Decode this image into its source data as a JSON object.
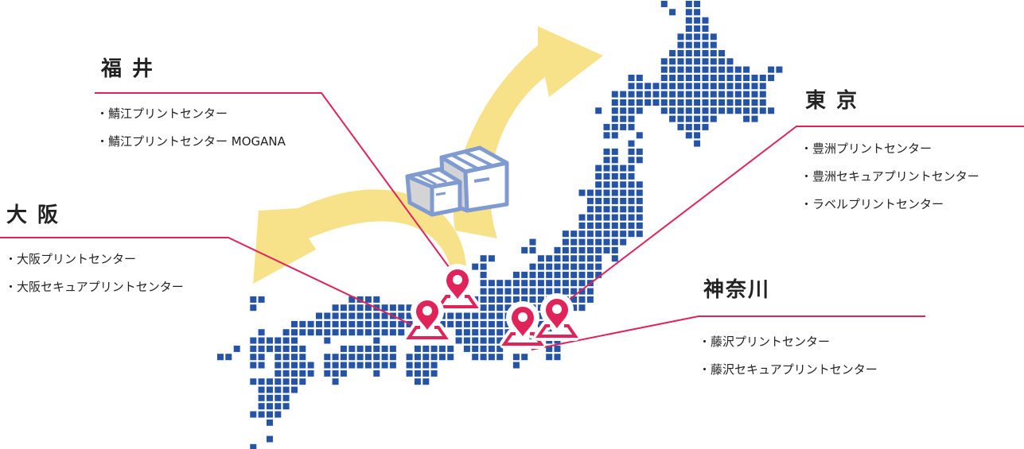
{
  "colors": {
    "map_tile": "#2553a6",
    "leader_line": "#e0245a",
    "pin": "#e0245a",
    "arrow": "#f7e28a",
    "box_outline": "#7f9bd0",
    "box_side": "#d4d4d6"
  },
  "regions": {
    "fukui": {
      "title": "福 井",
      "items": [
        "鯖江プリントセンター",
        "鯖江プリントセンター MOGANA"
      ]
    },
    "osaka": {
      "title": "大 阪",
      "items": [
        "大阪プリントセンター",
        "大阪セキュアプリントセンター"
      ]
    },
    "tokyo": {
      "title": "東 京",
      "items": [
        "豊洲プリントセンター",
        "豊洲セキュアプリントセンター",
        "ラベルプリントセンター"
      ]
    },
    "kanagawa": {
      "title": "神奈川",
      "items": [
        "藤沢プリントセンター",
        "藤沢セキュアプリントセンター"
      ]
    }
  },
  "icons": {
    "pins": [
      "location-pin-icon",
      "location-pin-icon",
      "location-pin-icon",
      "location-pin-icon"
    ],
    "boxes": "cardboard-boxes-icon",
    "arrows": "circular-arrows-icon"
  }
}
